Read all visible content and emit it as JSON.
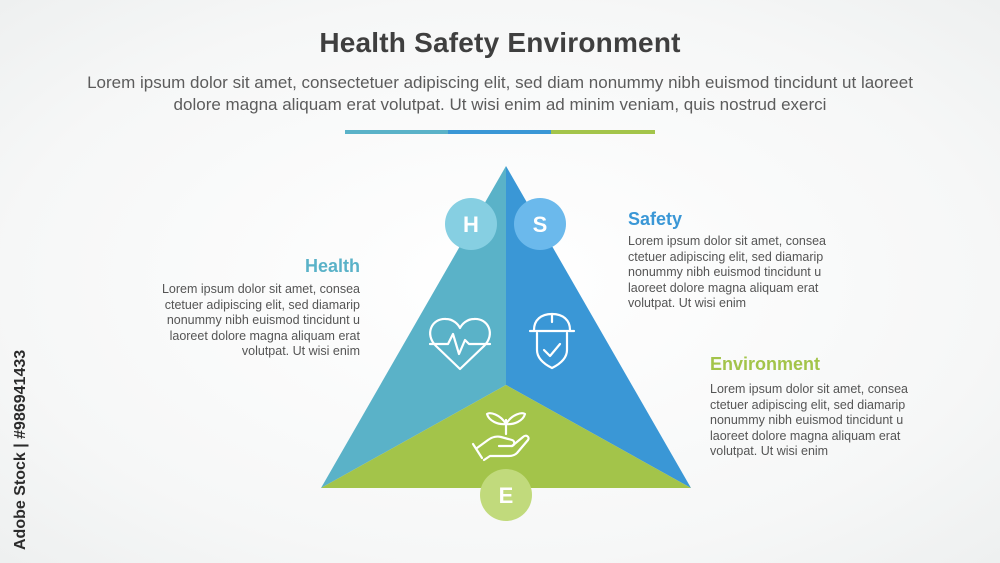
{
  "title": "Health Safety Environment",
  "subtitle": "Lorem ipsum dolor sit amet, consectetuer adipiscing elit, sed diam nonummy nibh euismod tincidunt ut laoreet dolore magna aliquam erat volutpat. Ut wisi enim ad minim veniam, quis nostrud exerci",
  "colors": {
    "health": "#5ab2c8",
    "safety": "#3a97d6",
    "environment": "#a3c44a",
    "health_circle": "#86cfe2",
    "safety_circle": "#6bb9ec",
    "environment_circle": "#c1da7c"
  },
  "sections": {
    "health": {
      "letter": "H",
      "heading": "Health",
      "icon": "heart-pulse-icon",
      "lines": [
        "Lorem ipsum dolor sit amet, consea",
        "ctetuer adipiscing elit, sed diamarip",
        "nonummy nibh euismod tincidunt u",
        "laoreet dolore magna aliquam erat",
        "volutpat. Ut wisi enim"
      ]
    },
    "safety": {
      "letter": "S",
      "heading": "Safety",
      "icon": "worker-shield-icon",
      "lines": [
        "Lorem ipsum dolor sit amet, consea",
        "ctetuer adipiscing elit, sed diamarip",
        "nonummy nibh euismod tincidunt u",
        "laoreet dolore magna aliquam erat",
        "volutpat. Ut wisi enim"
      ]
    },
    "environment": {
      "letter": "E",
      "heading": "Environment",
      "icon": "hand-plant-icon",
      "lines": [
        "Lorem ipsum dolor sit amet, consea",
        "ctetuer adipiscing elit, sed diamarip",
        "nonummy nibh euismod tincidunt u",
        "laoreet dolore magna aliquam erat",
        "volutpat. Ut wisi enim"
      ]
    }
  },
  "watermark": "Adobe Stock | #986941433"
}
